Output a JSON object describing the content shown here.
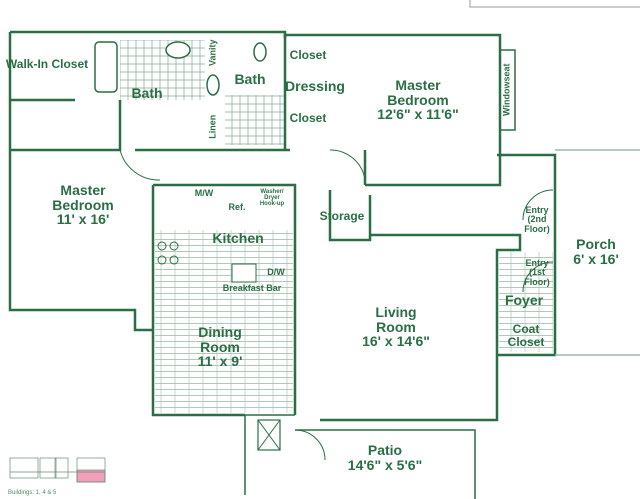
{
  "colors": {
    "wall": "#2a6e44",
    "floor_hatch": "#7fa58d",
    "highlight_unit": "#f0a0b8"
  },
  "rooms": {
    "walk_in_closet": "Walk-In\nCloset",
    "bath1": "Bath",
    "vanity": "Vanity",
    "bath2": "Bath",
    "linen": "Linen",
    "closet_top": "Closet",
    "closet_bottom": "Closet",
    "dressing": "Dressing",
    "master_bedroom_right": {
      "name": "Master\nBedroom",
      "size": "12'6\" x 11'6\""
    },
    "windowseat": "Windowseat",
    "master_bedroom_left": {
      "name": "Master\nBedroom",
      "size": "11' x 16'"
    },
    "mw": "M/W",
    "ref": "Ref.",
    "washer_dryer": "Washer/\nDryer\nHook-up",
    "storage": "Storage",
    "kitchen": "Kitchen",
    "dw": "D/W",
    "breakfast_bar": "Breakfast Bar",
    "entry_2nd": "Entry\n(2nd\nFloor)",
    "entry_1st": "Entry\n(1st\nFloor)",
    "porch": {
      "name": "Porch",
      "size": "6' x 16'"
    },
    "foyer": "Foyer",
    "coat_closet": "Coat\nCloset",
    "living_room": {
      "name": "Living\nRoom",
      "size": "16' x 14'6\""
    },
    "dining_room": {
      "name": "Dining\nRoom",
      "size": "11' x 9'"
    },
    "patio": {
      "name": "Patio",
      "size": "14'6\" x 5'6\""
    }
  },
  "key_plan": {
    "caption": "Buildings: 1, 4 & 5"
  }
}
